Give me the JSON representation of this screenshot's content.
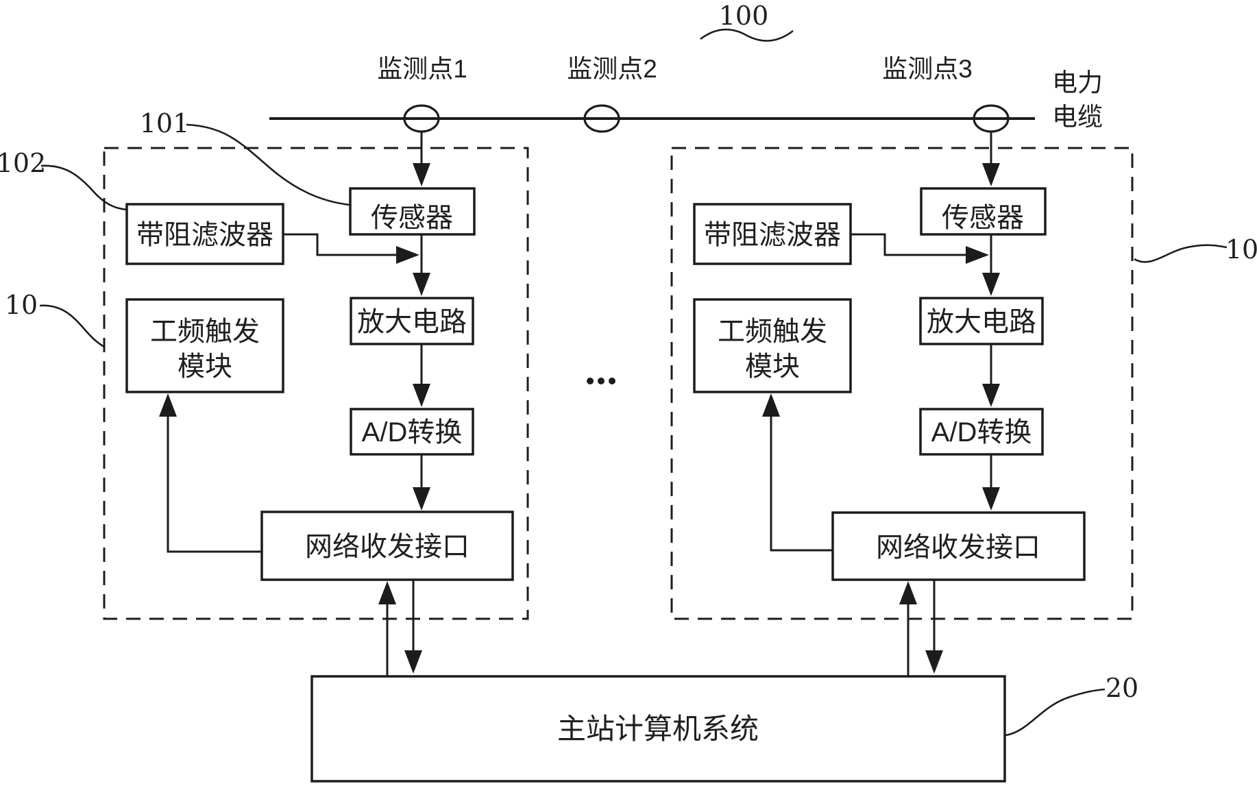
{
  "diagram": {
    "figure_label": "100",
    "cable_label_line1": "电力",
    "cable_label_line2": "电缆",
    "monitoring_points": [
      "监测点1",
      "监测点2",
      "监测点3"
    ],
    "ellipsis_note": "...",
    "ref_labels": {
      "sensor_ref": "101",
      "filter_ref": "102",
      "unit_left_ref": "10",
      "unit_right_ref": "10",
      "master_ref": "20"
    },
    "blocks": {
      "sensor": "传感器",
      "band_stop_filter": "带阻滤波器",
      "power_freq_trigger_line1": "工频触发",
      "power_freq_trigger_line2": "模块",
      "amplifier": "放大电路",
      "ad_converter": "A/D转换",
      "network_interface": "网络收发接口",
      "master_station": "主站计算机系统"
    },
    "colors": {
      "stroke": "#1c1c1c",
      "background": "#ffffff"
    }
  }
}
